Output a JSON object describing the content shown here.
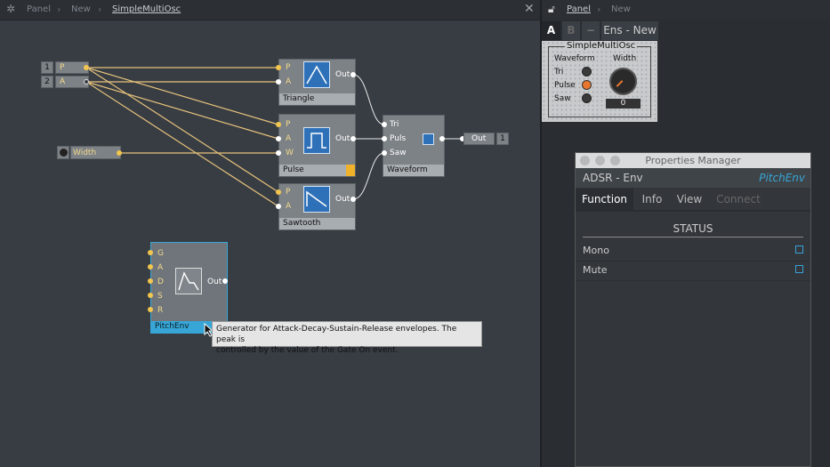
{
  "editor": {
    "breadcrumb": [
      "Panel",
      "New",
      "SimpleMultiOsc"
    ]
  },
  "inputs": [
    {
      "index": "1",
      "name": "P"
    },
    {
      "index": "2",
      "name": "A"
    }
  ],
  "width_knob_label": "Width",
  "modules": {
    "triangle": {
      "title": "Triangle",
      "ports": [
        "P",
        "A"
      ],
      "out": "Out"
    },
    "pulse": {
      "title": "Pulse",
      "ports": [
        "P",
        "A",
        "W"
      ],
      "out": "Out"
    },
    "sawtooth": {
      "title": "Sawtooth",
      "ports": [
        "P",
        "A"
      ],
      "out": "Out"
    },
    "waveform": {
      "title": "Waveform",
      "ports": [
        "Tri",
        "Puls",
        "Saw"
      ]
    },
    "pitchenv": {
      "title": "PitchEnv",
      "ports": [
        "G",
        "A",
        "D",
        "S",
        "R"
      ],
      "out": "Out"
    }
  },
  "output": {
    "label": "Out",
    "index": "1"
  },
  "tooltip": {
    "line1": "Generator for Attack-Decay-Sustain-Release envelopes. The peak is",
    "line2": "controlled by the value of the Gate On event."
  },
  "right_panel": {
    "breadcrumb": [
      "Panel",
      "New"
    ],
    "tabs": [
      "A",
      "B",
      "−",
      "Ens - New"
    ],
    "instrument": {
      "title": "SimpleMultiOsc",
      "waveform_label": "Waveform",
      "width_label": "Width",
      "options": [
        "Tri",
        "Pulse",
        "Saw"
      ],
      "knob_value": "0"
    }
  },
  "properties": {
    "window_title": "Properties Manager",
    "module_name": "ADSR - Env",
    "instance_name": "PitchEnv",
    "tabs": [
      "Function",
      "Info",
      "View",
      "Connect"
    ],
    "section": "STATUS",
    "rows": [
      "Mono",
      "Mute"
    ]
  },
  "colors": {
    "wire": "#e6c27a",
    "accent_blue": "#2f71b8",
    "selection": "#37a6d6"
  }
}
